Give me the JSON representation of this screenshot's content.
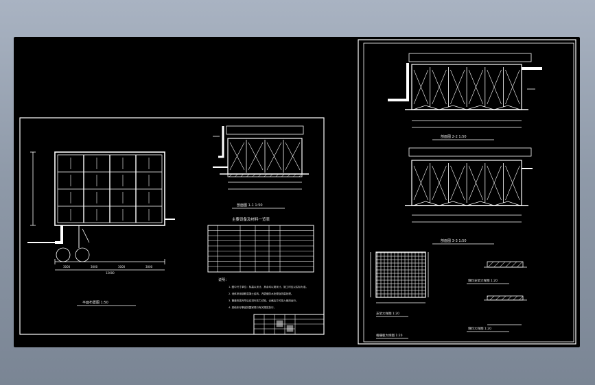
{
  "drawing": {
    "left_sheet": {
      "plan_title": "平面布置图 1:50",
      "section_title": "剖面图 1-1 1:50",
      "table_title": "主要设备及材料一览表",
      "notes_heading": "说明：",
      "notes": [
        "1. 图中尺寸单位：标高以米计，其余均以毫米计，施工时应以实际为准。",
        "2. 池体采用钢筋混凝土结构，内壁做防水处理及防腐处理。",
        "3. 管道安装完毕后应进行压力试验，合格后方可投入使用运行。",
        "4. 其他未尽事宜按国家现行有关规范执行。"
      ],
      "dimension_labels": [
        "3000",
        "3000",
        "3000",
        "3000",
        "12000"
      ]
    },
    "right_sheet": {
      "section_a_title": "剖面图 2-2 1:50",
      "section_b_title": "剖面图 3-3 1:50",
      "detail_1_title": "格栅板大样图 1:20",
      "detail_2_title": "支架大样图 1:20",
      "detail_3_title": "填料支架大样图 1:20",
      "detail_4_title": "填料大样图 1:20"
    }
  },
  "colors": {
    "background": "#000000",
    "line": "#ffffff",
    "viewport_bg": "#8f9aa9"
  }
}
